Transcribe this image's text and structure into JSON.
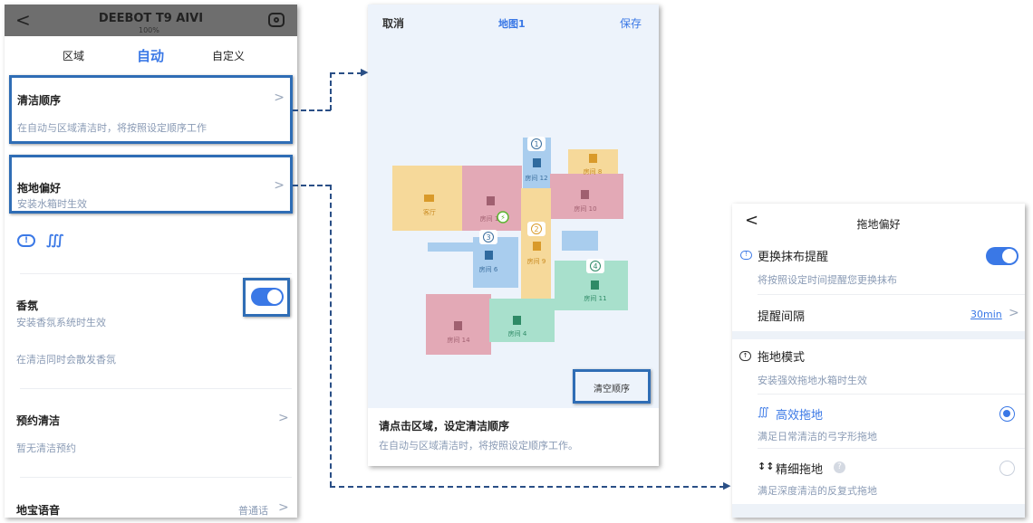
{
  "left": {
    "header": {
      "title": "DEEBOT T9 AIVI",
      "battery": "100%"
    },
    "tabs": [
      "区域",
      "自动",
      "自定义"
    ],
    "clean_order": {
      "title": "清洁顺序",
      "desc": "在自动与区域清洁时，将按照设定顺序工作"
    },
    "mop_pref": {
      "title": "拖地偏好",
      "desc": "安装水箱时生效"
    },
    "fragrance": {
      "title": "香氛",
      "desc": "安装香氛系统时生效",
      "note": "在清洁同时会散发香氛",
      "enabled": true
    },
    "schedule": {
      "title": "预约清洁",
      "desc": "暂无清洁预约"
    },
    "voice": {
      "title": "地宝语音",
      "value": "普通话"
    }
  },
  "mid": {
    "cancel": "取消",
    "title": "地图1",
    "save": "保存",
    "rooms": {
      "living": "客厅",
      "r1": "房间 1",
      "r12": "房间 12",
      "r8": "房间 8",
      "r10": "房间 10",
      "r9": "房间 9",
      "r6": "房间 6",
      "r11": "房间 11",
      "r14": "房间 14",
      "r4": "房间 4"
    },
    "order": [
      "1",
      "2",
      "3",
      "4"
    ],
    "clear_button": "清空顺序",
    "hint_title": "请点击区域，设定清洁顺序",
    "hint_desc": "在自动与区域清洁时，将按照设定顺序工作。"
  },
  "right": {
    "title": "拖地偏好",
    "reminder": {
      "title": "更换抹布提醒",
      "desc": "将按照设定时间提醒您更换抹布",
      "enabled": true
    },
    "interval": {
      "label": "提醒间隔",
      "value": "30min"
    },
    "mode": {
      "title": "拖地模式",
      "desc": "安装强效拖地水箱时生效"
    },
    "efficient": {
      "title": "高效拖地",
      "desc": "满足日常清洁的弓字形拖地",
      "selected": true
    },
    "fine": {
      "title": "精细拖地",
      "desc": "满足深度清洁的反复式拖地",
      "selected": false
    }
  },
  "colors": {
    "accent": "#3a78e6",
    "highlight": "#2f6db5"
  }
}
